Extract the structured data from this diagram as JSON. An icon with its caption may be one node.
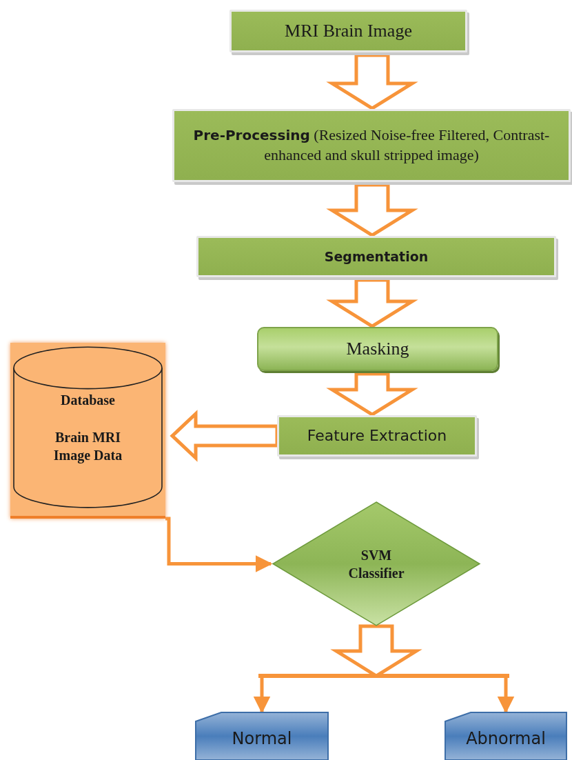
{
  "diagram": {
    "nodes": [
      {
        "text": [
          "MRI Brain Image"
        ]
      },
      {
        "text": [
          "**Pre-Processing** (Resized Noise-free Filtered, Contrast-enhanced and skull stripped image)"
        ]
      },
      {
        "text": [
          "Segmentation"
        ]
      },
      {
        "text": [
          "Masking"
        ]
      },
      {
        "text": [
          "Feature Extraction"
        ]
      },
      {
        "text": [
          "Database",
          "Brain MRI Image Data"
        ]
      },
      {
        "text": [
          "SVM Classifier"
        ]
      },
      {
        "text": [
          "Normal"
        ]
      },
      {
        "text": [
          "Abnormal"
        ]
      }
    ],
    "edges": [
      {
        "from": 0,
        "to": 1,
        "arrow": "to",
        "style": "thick"
      },
      {
        "from": 1,
        "to": 2,
        "arrow": "to",
        "style": "thick"
      },
      {
        "from": 2,
        "to": 3,
        "arrow": "to",
        "style": "thick"
      },
      {
        "from": 3,
        "to": 4,
        "arrow": "to",
        "style": "thick"
      },
      {
        "from": 4,
        "to": 5,
        "arrow": "to",
        "style": "thick"
      },
      {
        "from": 5,
        "to": 6,
        "arrow": "to"
      },
      {
        "from": 6,
        "to": 7,
        "arrow": "to"
      },
      {
        "from": 6,
        "to": 8,
        "arrow": "to"
      }
    ]
  }
}
